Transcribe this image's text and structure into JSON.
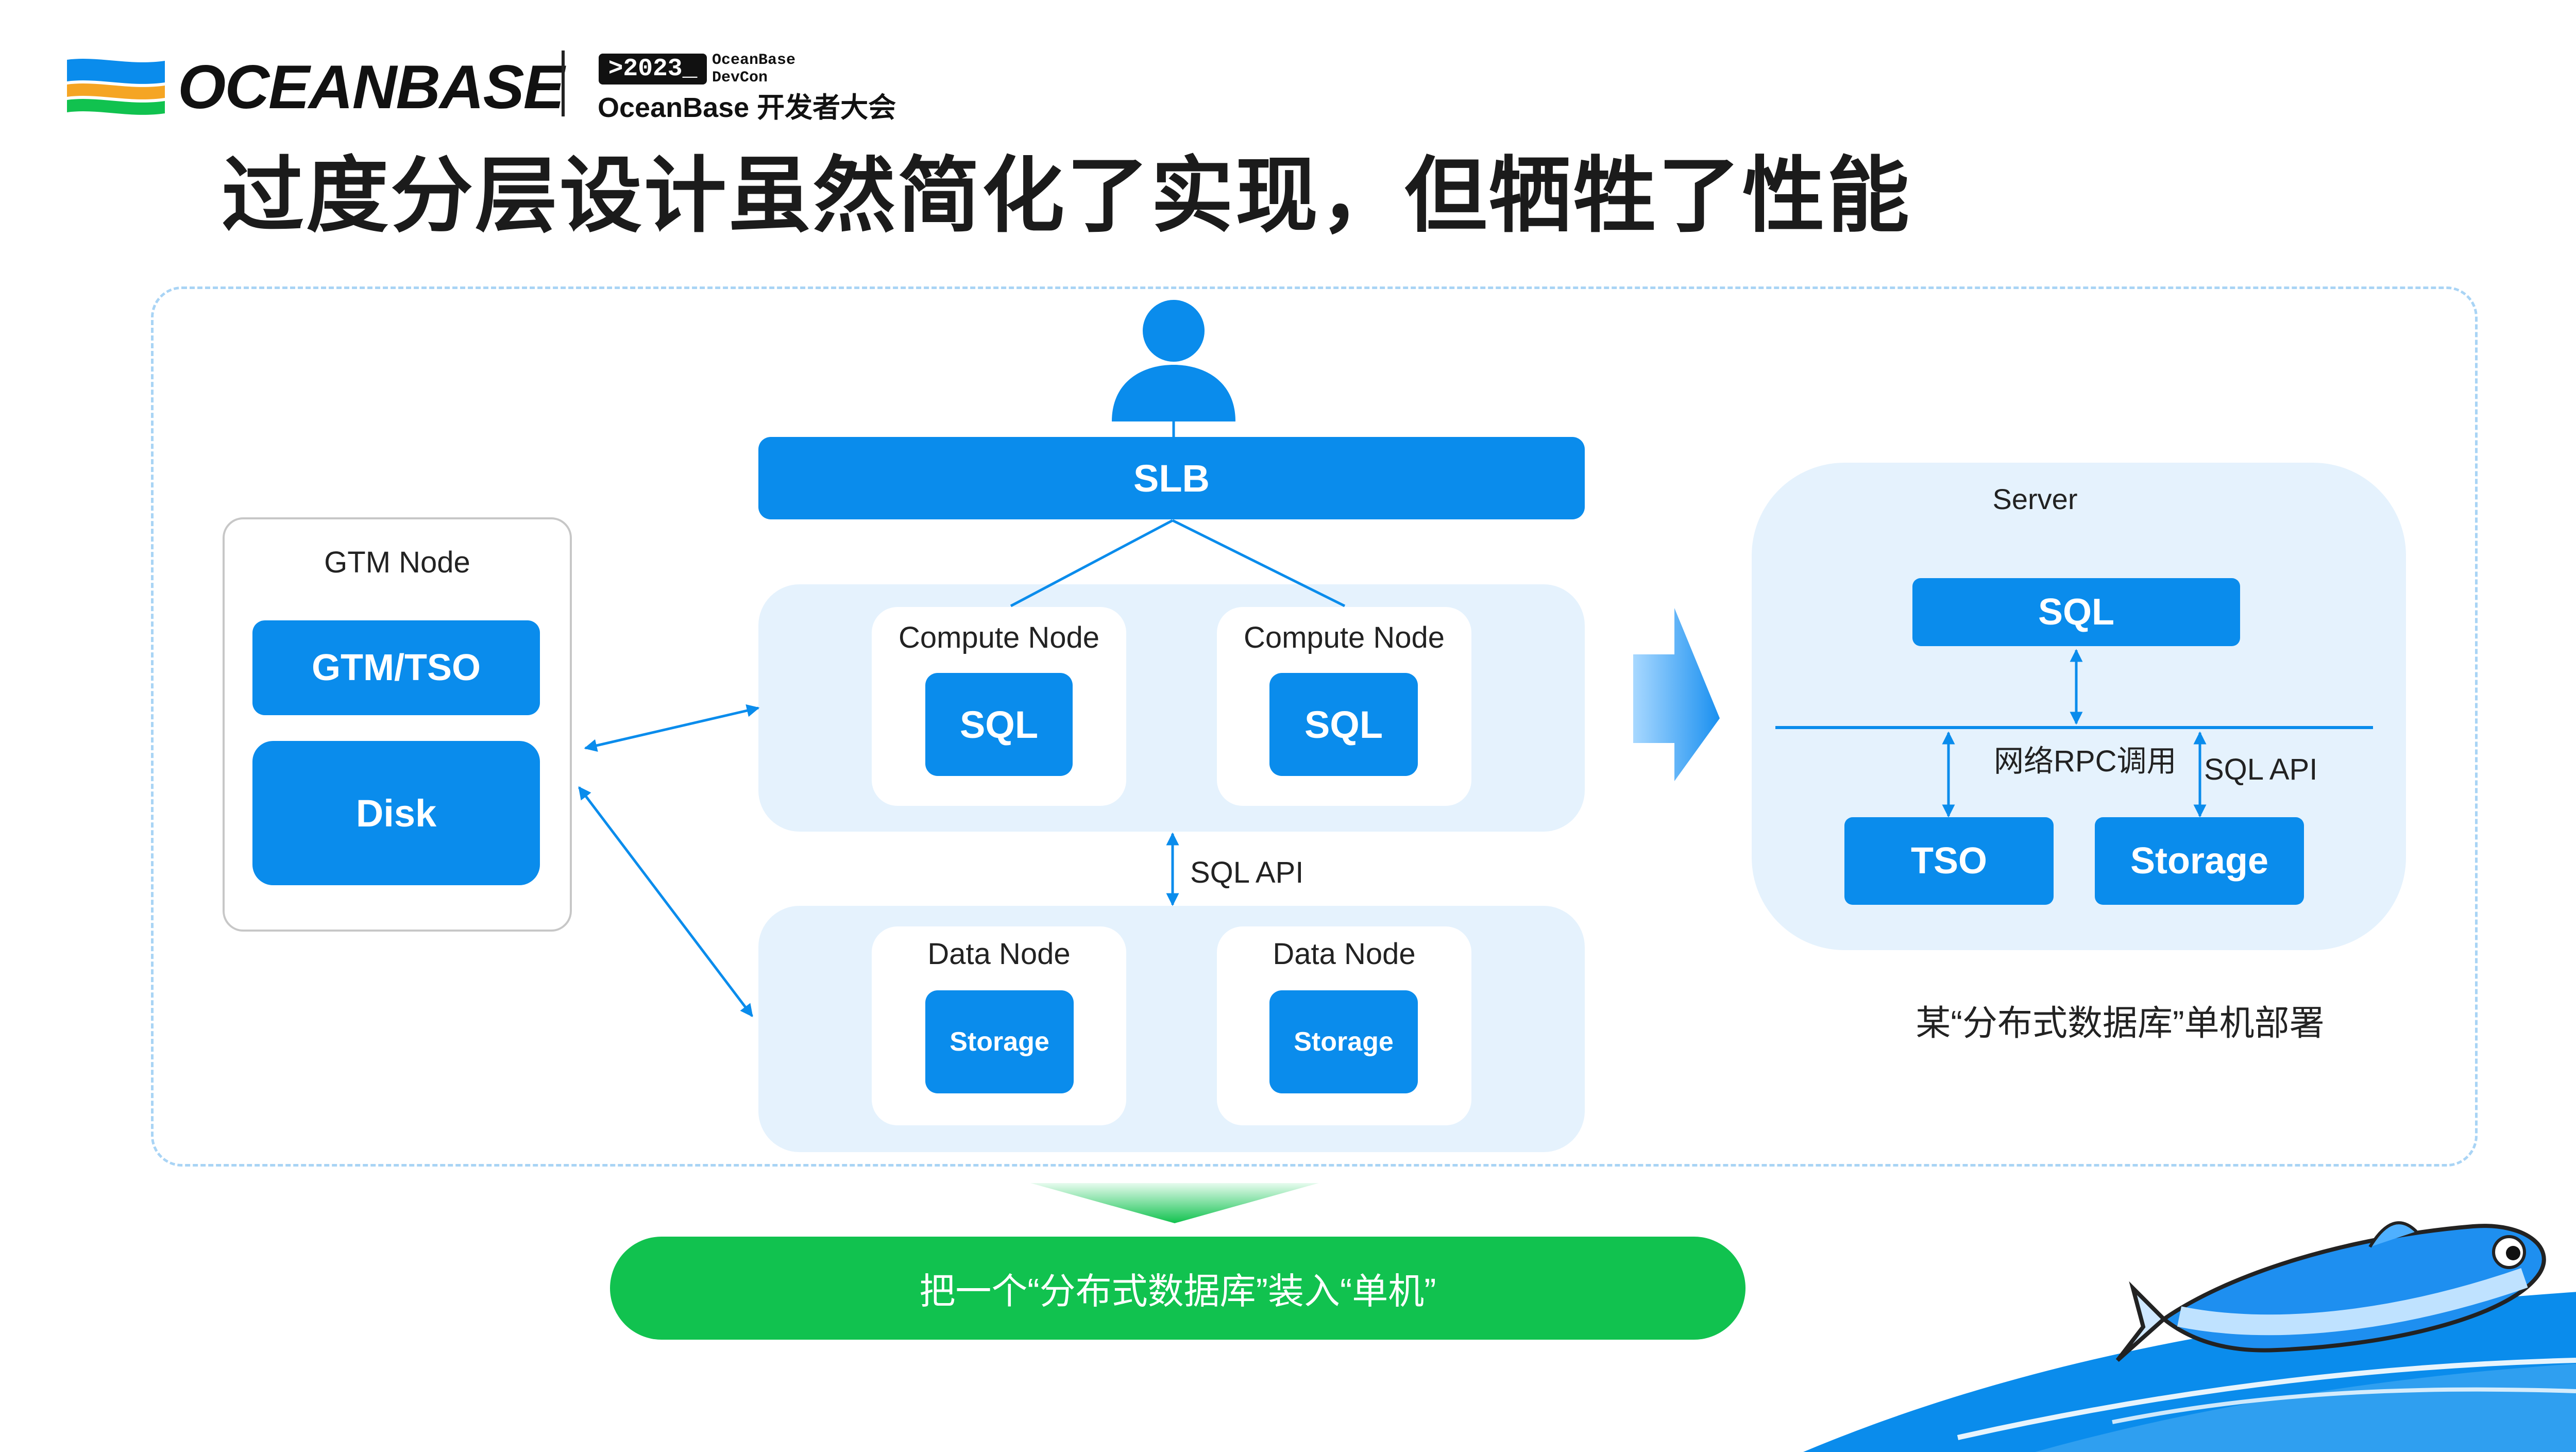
{
  "brand": {
    "logo_text": "OCEANBASE",
    "event_year": ">2023_",
    "event_name_line1": "OceanBase",
    "event_name_line2": "DevCon",
    "event_subtitle": "OceanBase 开发者大会"
  },
  "title": "过度分层设计虽然简化了实现，但牺牲了性能",
  "left": {
    "slb": "SLB",
    "gtm": {
      "title": "GTM Node",
      "tso": "GTM/TSO",
      "disk": "Disk"
    },
    "compute_nodes": [
      {
        "title": "Compute Node",
        "inner": "SQL"
      },
      {
        "title": "Compute Node",
        "inner": "SQL"
      }
    ],
    "sql_api": "SQL API",
    "data_nodes": [
      {
        "title": "Data Node",
        "inner": "Storage"
      },
      {
        "title": "Data Node",
        "inner": "Storage"
      }
    ]
  },
  "right": {
    "server_title": "Server",
    "sql": "SQL",
    "rpc_label": "网络RPC调用",
    "sql_api": "SQL API",
    "tso": "TSO",
    "storage": "Storage",
    "caption": "某“分布式数据库”单机部署"
  },
  "bottom_banner": "把一个“分布式数据库”装入“单机”",
  "colors": {
    "primary_blue": "#0a8cec",
    "panel_blue": "#e5f2fd",
    "green": "#11c24f"
  }
}
